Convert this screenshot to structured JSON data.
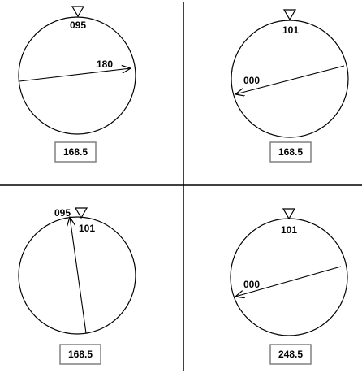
{
  "panels": [
    {
      "top_label": "095",
      "arrow_label": "180",
      "box_value": "168.5"
    },
    {
      "top_label": "101",
      "arrow_label": "000",
      "box_value": "168.5"
    },
    {
      "top_label_left": "095",
      "top_label_right": "101",
      "box_value": "168.5"
    },
    {
      "top_label": "101",
      "arrow_label": "000",
      "box_value": "248.5"
    }
  ],
  "colors": {
    "line": "#000000",
    "box_border": "#808080",
    "background": "#ffffff"
  }
}
